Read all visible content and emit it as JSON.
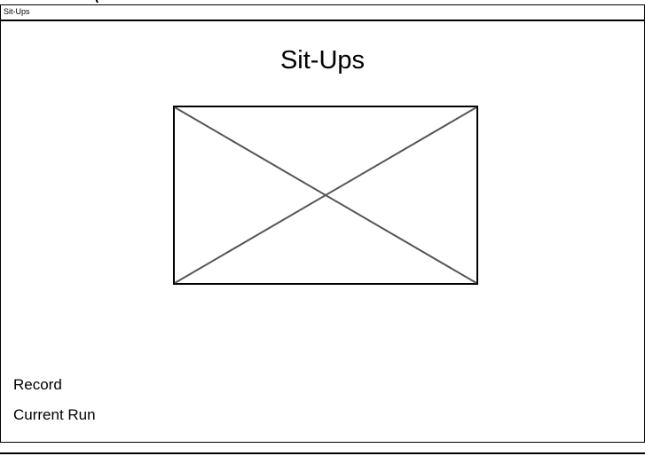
{
  "window": {
    "title": "Sit-Ups"
  },
  "main": {
    "heading": "Sit-Ups",
    "image_placeholder": "image-placeholder-icon",
    "record_label": "Record",
    "current_run_label": "Current Run"
  }
}
